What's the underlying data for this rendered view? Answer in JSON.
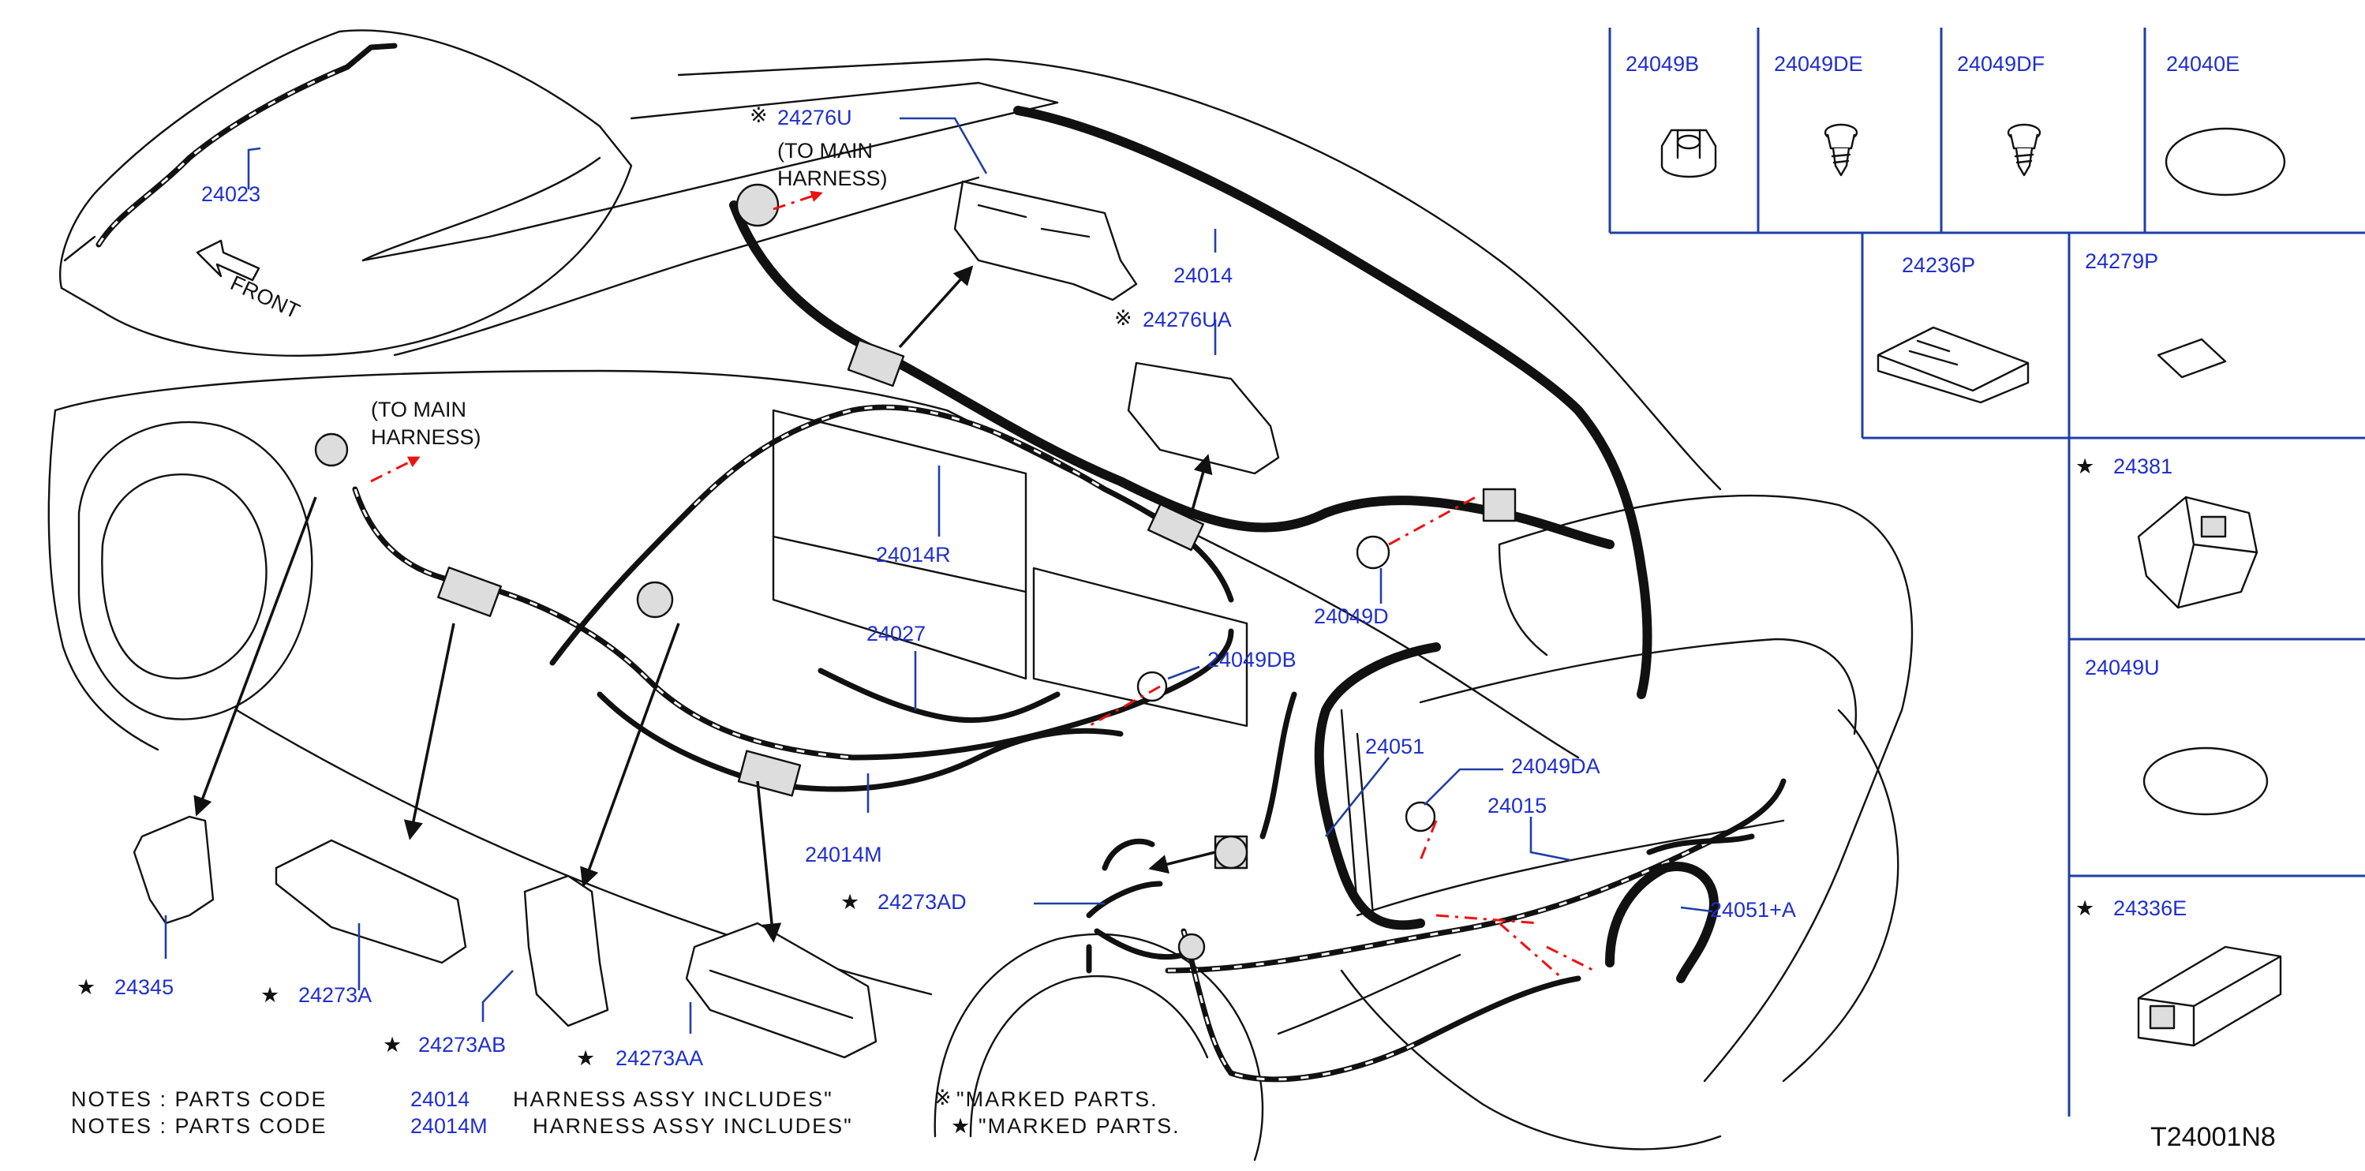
{
  "part_labels": {
    "p24023": "24023",
    "p24276u": "24276U",
    "p24014": "24014",
    "p24276ua": "24276UA",
    "p24014r": "24014R",
    "p24049d": "24049D",
    "p24027": "24027",
    "p24049db": "24049DB",
    "p24051": "24051",
    "p24049da": "24049DA",
    "p24015": "24015",
    "p24014m": "24014M",
    "p24273ad": "24273AD",
    "p24051a": "24051+A",
    "p24345": "24345",
    "p24273a": "24273A",
    "p24273ab": "24273AB",
    "p24273aa": "24273AA"
  },
  "annotations": {
    "to_main_1_line1": "(TO   MAIN",
    "to_main_1_line2": "HARNESS)",
    "to_main_2_line1": "(TO   MAIN",
    "to_main_2_line2": "HARNESS)",
    "front": "FRONT"
  },
  "fastener_grid": {
    "cells": [
      "24049B",
      "24049DE",
      "24049DF",
      "24040E",
      "24236P",
      "24279P",
      "24381",
      "24049U",
      "24336E"
    ]
  },
  "notes": {
    "line1_prefix": "NOTES   :   PARTS   CODE",
    "line1_code": "24014",
    "line1_suffix": "HARNESS   ASSY   INCLUDES\"",
    "line1_mark": "\"MARKED   PARTS.",
    "line2_prefix": "NOTES   :   PARTS   CODE",
    "line2_code": "24014M",
    "line2_suffix": "HARNESS   ASSY   INCLUDES\"",
    "line2_mark": "\"MARKED   PARTS."
  },
  "symbols": {
    "star": "★",
    "note_mark": "※"
  },
  "diagram_code": "T24001N8",
  "colors": {
    "label_blue": "#1f2fcf",
    "leader_blue": "#1f3fa6",
    "dash_red": "#e11111"
  }
}
